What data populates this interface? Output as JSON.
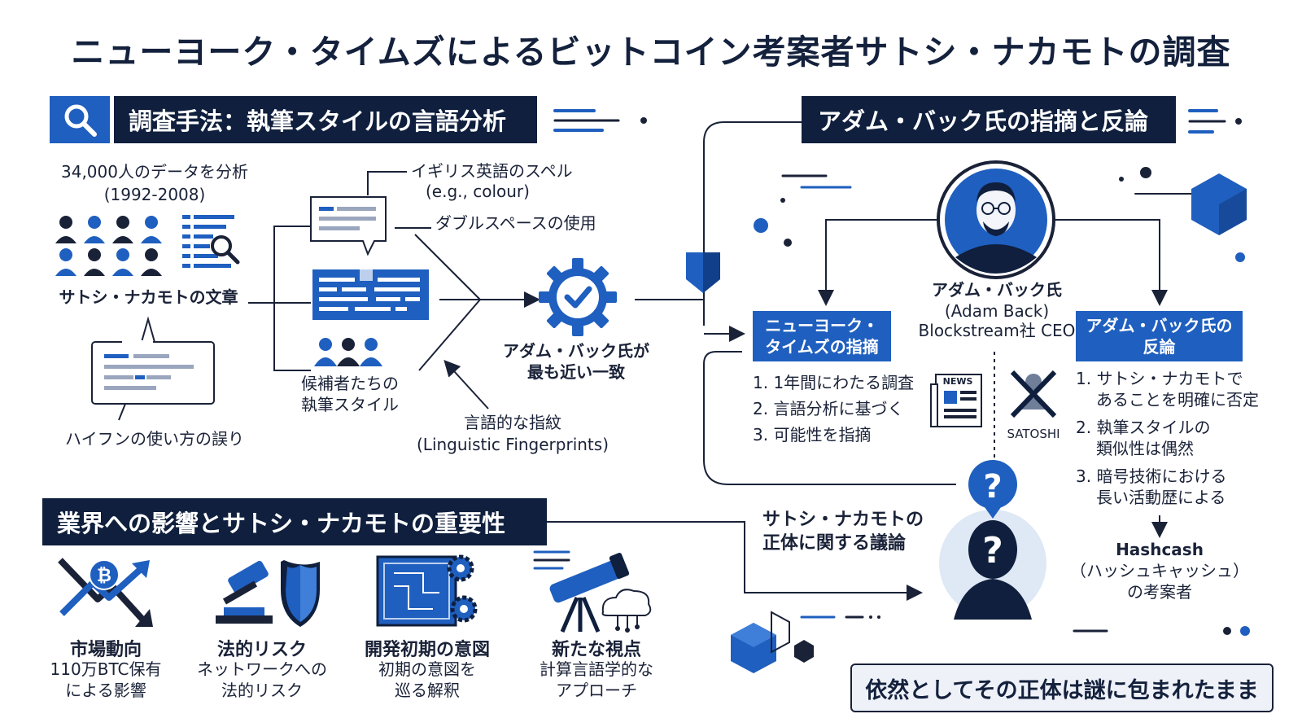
{
  "title": "ニューヨーク・タイムズによるビットコイン考案者サトシ・ナカモトの調査",
  "method": {
    "header": "調査手法：執筆スタイルの言語分析",
    "data_label": "34,000人のデータを分析",
    "data_range": "(1992-2008)",
    "satoshi_text": "サトシ・ナカモトの文章",
    "british_spelling": "イギリス英語のスペル",
    "british_example": "(e.g., colour)",
    "double_space": "ダブルスペースの使用",
    "hyphen_error": "ハイフンの使い方の誤り",
    "candidates": "候補者たちの",
    "candidates2": "執筆スタイル",
    "fingerprint": "言語的な指紋",
    "fingerprint_en": "(Linguistic Fingerprints)",
    "result": "アダム・バック氏が",
    "result2": "最も近い一致"
  },
  "back": {
    "header": "アダム・バック氏の指摘と反論",
    "name": "アダム・バック氏",
    "name_en": "(Adam Back)",
    "role": "Blockstream社 CEO",
    "nyt_box": "ニューヨーク・\nタイムズの指摘",
    "nyt_items": [
      "1. 1年間にわたる調査",
      "2. 言語分析に基づく",
      "3. 可能性を指摘"
    ],
    "news_badge": "NEWS",
    "satoshi_badge": "SATOSHI",
    "rebuttal_box": "アダム・バック氏の\n反論",
    "rebuttal_items": [
      {
        "line1": "1. サトシ・ナカモトで",
        "line2": "あることを明確に否定"
      },
      {
        "line1": "2. 執筆スタイルの",
        "line2": "類似性は偶然"
      },
      {
        "line1": "3. 暗号技術における",
        "line2": "長い活動歴による"
      }
    ],
    "hashcash": "Hashcash",
    "hashcash2": "（ハッシュキャッシュ）",
    "hashcash3": "の考案者"
  },
  "identity": {
    "line1": "サトシ・ナカモトの",
    "line2": "正体に関する議論"
  },
  "impact": {
    "header": "業界への影響とサトシ・ナカモトの重要性",
    "items": [
      {
        "title": "市場動向",
        "sub1": "110万BTC保有",
        "sub2": "による影響"
      },
      {
        "title": "法的リスク",
        "sub1": "ネットワークへの",
        "sub2": "法的リスク"
      },
      {
        "title": "開発初期の意図",
        "sub1": "初期の意図を",
        "sub2": "巡る解釈"
      },
      {
        "title": "新たな視点",
        "sub1": "計算言語学的な",
        "sub2": "アプローチ"
      }
    ]
  },
  "conclusion": "依然としてその正体は謎に包まれたまま",
  "colors": {
    "navy": "#0f1f3d",
    "blue": "#1f5fbf",
    "light": "#dfe8f5"
  }
}
